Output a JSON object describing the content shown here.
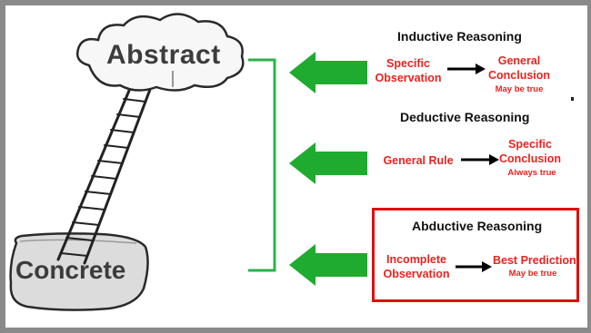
{
  "ladder": {
    "top_label": "Abstract",
    "bottom_label": "Concrete"
  },
  "inductive": {
    "heading": "Inductive Reasoning",
    "from_text": [
      "Specific",
      "Observation"
    ],
    "to_text": [
      "General",
      "Conclusion"
    ],
    "note": "May be true"
  },
  "deductive": {
    "heading": "Deductive Reasoning",
    "from_text": [
      "General Rule"
    ],
    "to_text": [
      "Specific",
      "Conclusion"
    ],
    "note": "Always true"
  },
  "abductive": {
    "heading": "Abductive Reasoning",
    "from_text": [
      "Incomplete",
      "Observation"
    ],
    "to_text": [
      "Best Prediction"
    ],
    "note": "May be true"
  },
  "colors": {
    "green_arrow": "#1fab2f",
    "bracket": "#2bb34a",
    "red_text": "#e8231f",
    "box_border": "#e01010",
    "frame": "#8a8a8a"
  }
}
